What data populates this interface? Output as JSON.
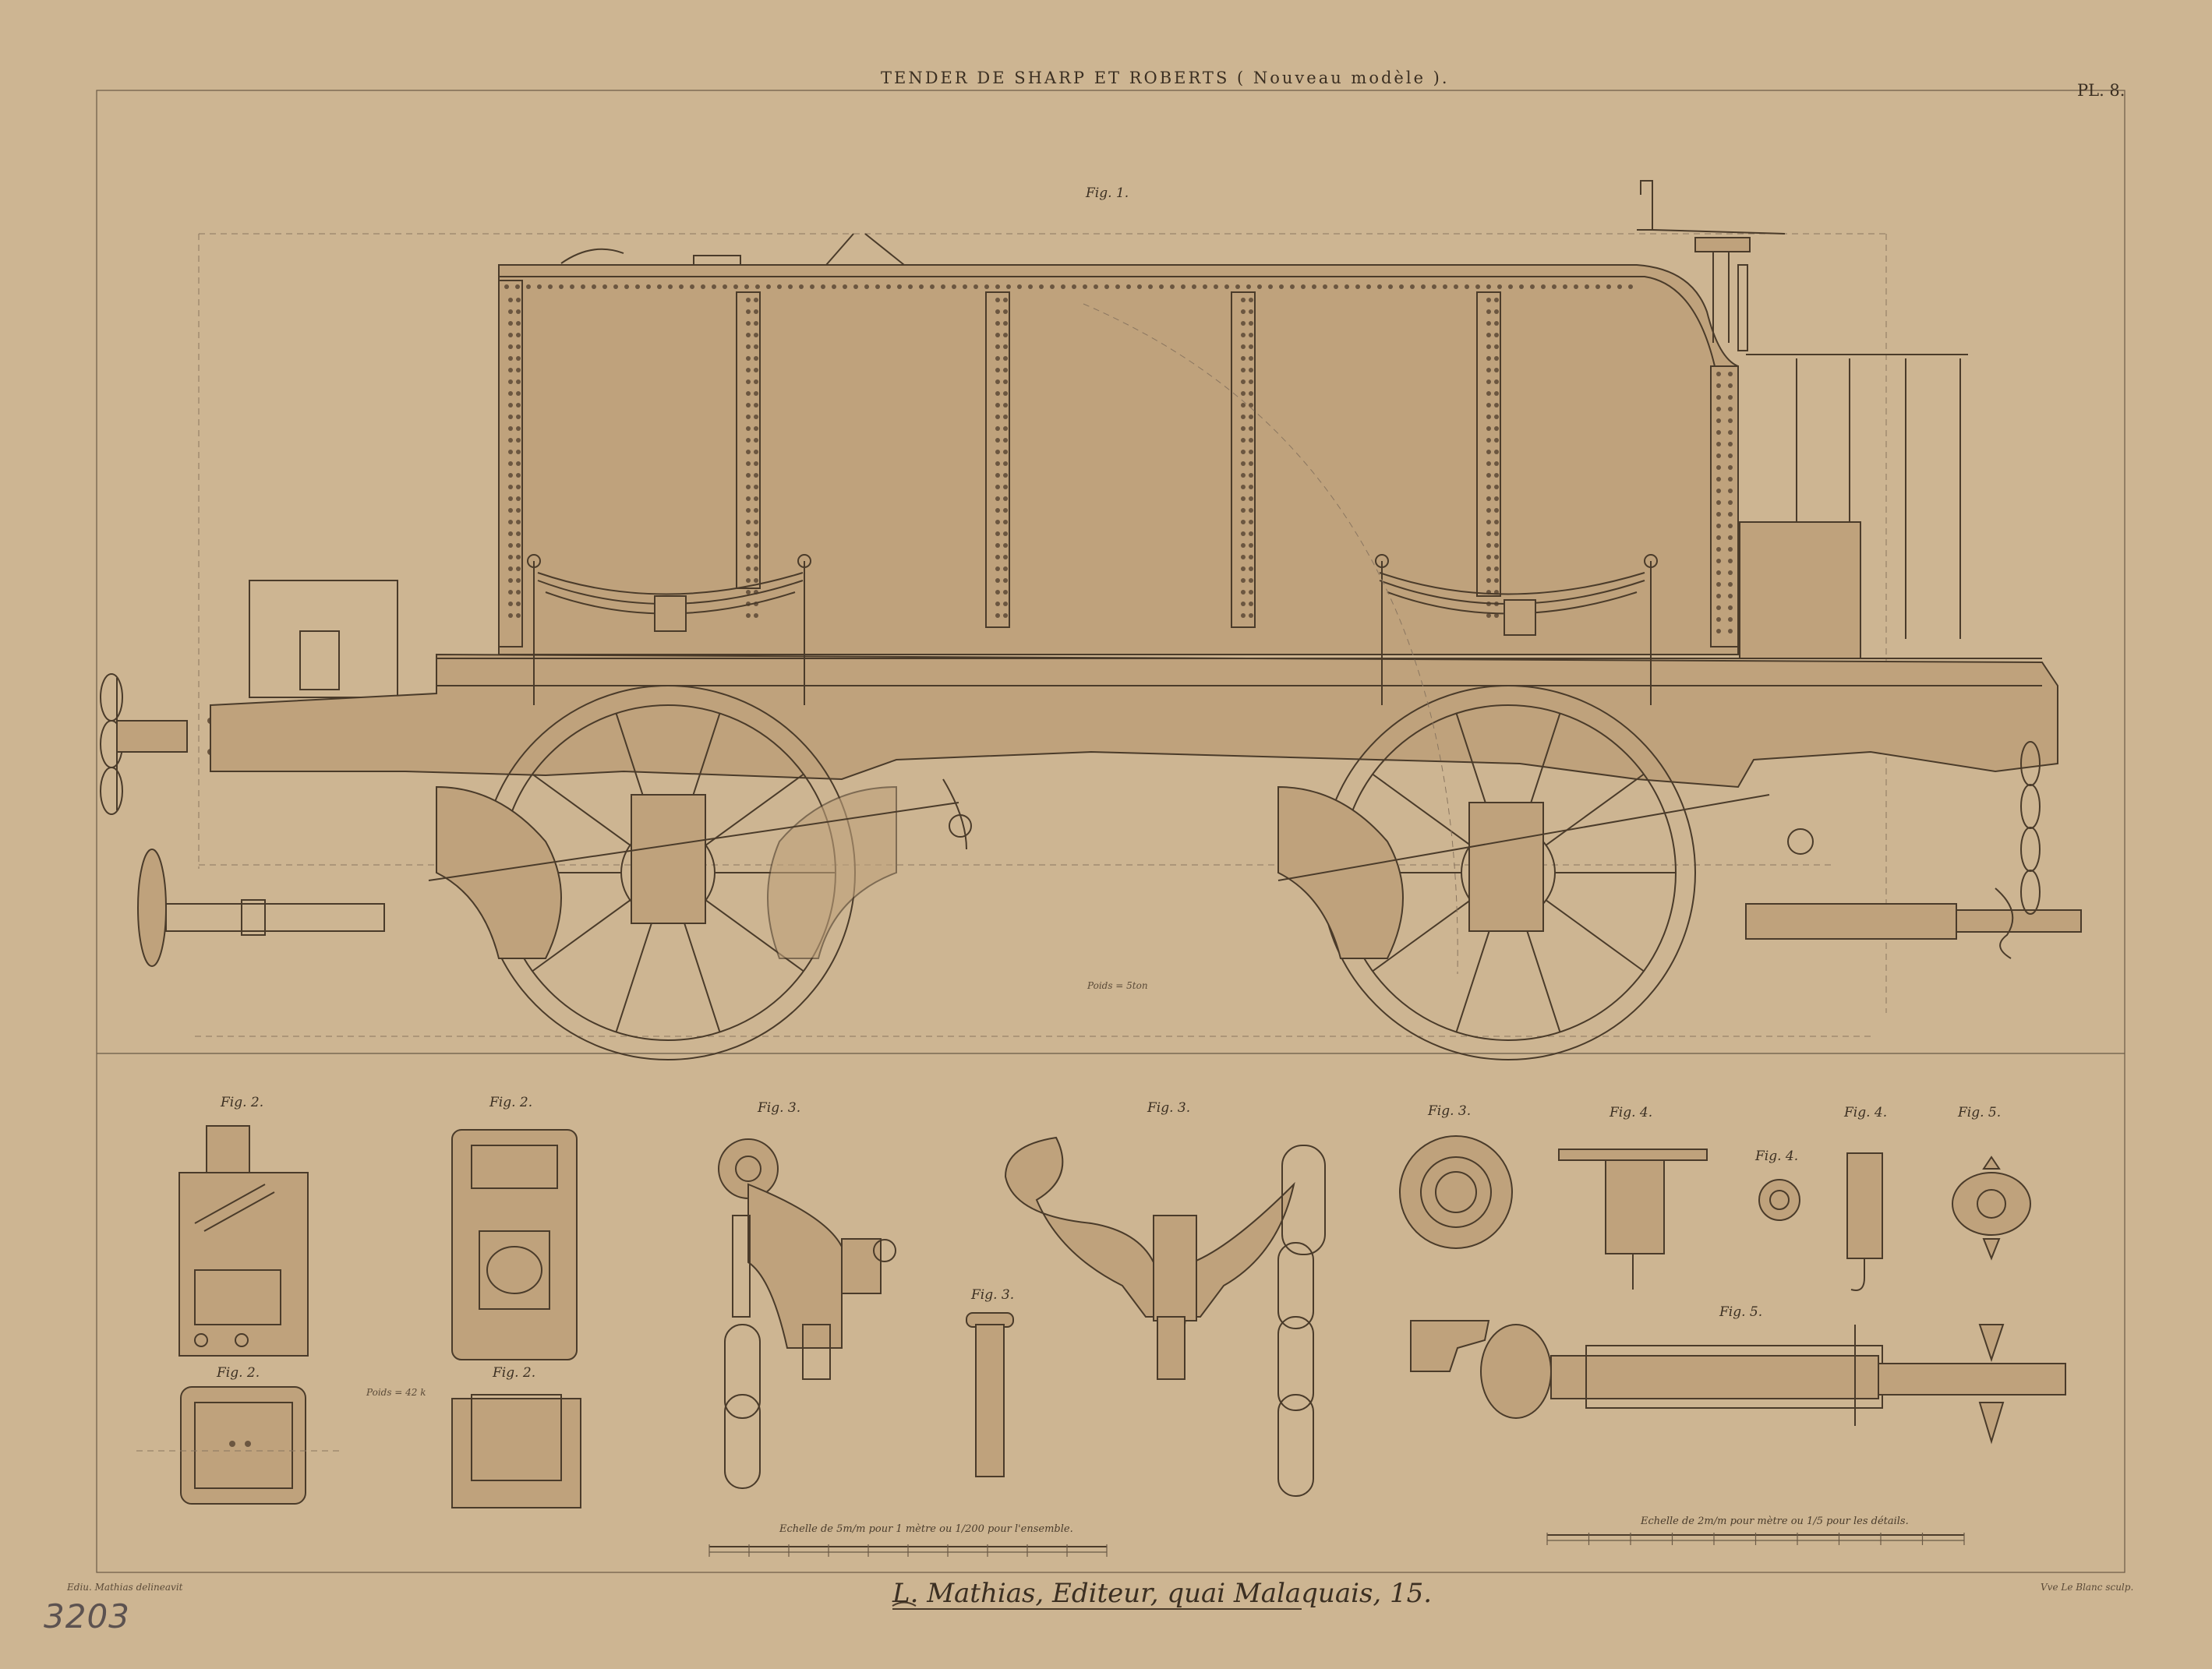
{
  "plate": {
    "title": "TENDER DE SHARP ET ROBERTS ( Nouveau modèle ).",
    "plate_number": "PL. 8.",
    "publisher": "L. Mathias, Editeur, quai Malaquais, 15.",
    "draughtsman": "Ediu. Mathias delineavit",
    "engraver": "Vve Le Blanc sculp.",
    "inventory_number": "3203",
    "weight_main": "Poids = 5ton",
    "weight_axlebox": "Poids = 42 k",
    "scale_left": "Echelle de 5m/m pour 1 mètre ou 1/200 pour l'ensemble.",
    "scale_right": "Echelle de 2m/m pour mètre ou 1/5 pour les détails."
  },
  "figures": {
    "fig1": "Fig. 1.",
    "fig2a": "Fig. 2.",
    "fig2b": "Fig. 2.",
    "fig2c": "Fig. 2.",
    "fig2d": "Fig. 2.",
    "fig3a": "Fig. 3.",
    "fig3b": "Fig. 3.",
    "fig3c": "Fig. 3.",
    "fig3d": "Fig. 3.",
    "fig4a": "Fig. 4.",
    "fig4b": "Fig. 4.",
    "fig4c": "Fig. 4.",
    "fig5a": "Fig. 5.",
    "fig5b": "Fig. 5."
  }
}
